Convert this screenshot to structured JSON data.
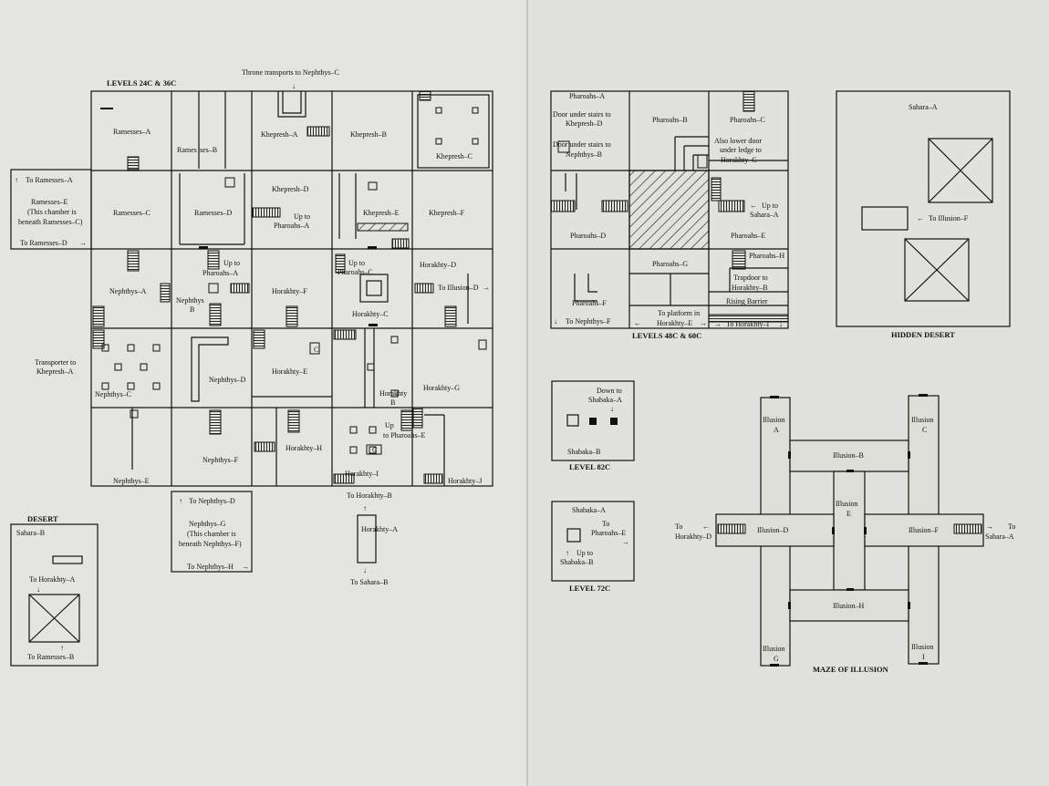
{
  "titles": {
    "main": "LEVELS 24C & 36C",
    "levels48": "LEVELS 48C & 60C",
    "hidden": "HIDDEN DESERT",
    "l82": "LEVEL 82C",
    "l72": "LEVEL 72C",
    "maze": "MAZE OF ILLUSION",
    "desert": "DESERT"
  },
  "notes": {
    "throne": "Throne transports to Nephthys–C",
    "toRamA": "To Ramesses–A",
    "ramE1": "Ramesses–E",
    "ramE2": "(This chamber is",
    "ramE3": "beneath Ramesses–C)",
    "toRamD": "To Ramesses–D",
    "trans1": "Transporter to",
    "trans2": "Khepresh–A",
    "toNephD": "To Nephthys–D",
    "nephG1": "Nephthys–G",
    "nephG2": "(This chamber is",
    "nephG3": "beneath Nephthys–F)",
    "toNephH": "To Nephthys–H",
    "toHorB": "To Horakhty–B",
    "horA": "Horakhty–A",
    "toSahB": "To Sahara–B",
    "sahB": "Sahara–B",
    "toHorA": "To Horakhty–A",
    "toRamB": "To Ramesses–B",
    "upPhA1": "Up to",
    "upPhA2": "Pharoahs–A",
    "upPhA3": "Up to",
    "upPhA4": "Pharoahs–A",
    "upPhC1": "Up to",
    "upPhC2": "Pharoahs–C",
    "upPhE1": "Up",
    "upPhE2": "to Pharoahs–E",
    "toIllD": "To Illusion–D",
    "door1": "Door under stairs to",
    "door2": "Khepresh–D",
    "door3": "Door under stairs to",
    "door4": "Nephthys–B",
    "lower1": "Also lower door",
    "lower2": "under ledge to",
    "lower3": "Horakhty–C",
    "upSah1": "Up to",
    "upSah2": "Sahara–A",
    "trap1": "Trapdoor to",
    "trap2": "Horakhty–B",
    "rising": "Rising Barrier",
    "toNephF": "To Nephthys–F",
    "plat1": "To platform in",
    "plat2": "Horakhty–E",
    "toHorI": "To Horakhty–I",
    "sahA": "Sahara–A",
    "toIllF": "To Illusion–F",
    "down1": "Down to",
    "down2": "Shabaka–A",
    "shabB": "Shabaka–B",
    "shabA": "Shabaka–A",
    "toPhE1": "To",
    "toPhE2": "Pharoahs–E",
    "upShB1": "Up to",
    "upShB2": "Shabaka–B",
    "mzToHorD1": "To",
    "mzToHorD2": "Horakhty–D",
    "mzToSahA1": "To",
    "mzToSahA2": "Sahara–A",
    "c": "C"
  },
  "rooms": {
    "ramA": "Ramesses–A",
    "ramB1": "Rames",
    "ramB2": "ses–B",
    "khepA": "Khepresh–A",
    "khepB": "Khepresh–B",
    "khepC": "Khepresh–C",
    "ramC": "Ramesses–C",
    "ramD": "Ramesses–D",
    "khepD": "Khepresh–D",
    "khepE": "Khepresh–E",
    "khepF": "Khepresh–F",
    "nephA": "Nephthys–A",
    "nephB1": "Nephthys",
    "nephB2": "B",
    "horF": "Horakhty–F",
    "horC": "Horakhty–C",
    "horD": "Horakhty–D",
    "nephC": "Nephthys–C",
    "nephD": "Nephthys–D",
    "horE": "Horakhty–E",
    "horB1": "Horakhty",
    "horB2": "B",
    "horG": "Horakhty–G",
    "nephE": "Nephthys–E",
    "nephF": "Nephthys–F",
    "horH": "Horakhty–H",
    "horI": "Horakhty–I",
    "horJ": "Horakhty–J",
    "phA": "Pharoahs–A",
    "phB": "Pharoahs–B",
    "phC": "Pharoahs–C",
    "phD": "Pharoahs–D",
    "phE": "Pharoahs–E",
    "phF": "Pharoahs–F",
    "phG": "Pharoahs–G",
    "phH": "Pharoahs–H",
    "illA1": "Illusion",
    "illA2": "A",
    "illC1": "Illusion",
    "illC2": "C",
    "illB": "Illusion–B",
    "illE1": "Illusion",
    "illE2": "E",
    "illD": "Illusion–D",
    "illF": "Illusion–F",
    "illH": "Illusion–H",
    "illG1": "Illusion",
    "illG2": "G",
    "illI1": "Illusion",
    "illI2": "I"
  },
  "arrows": {
    "down": "↓",
    "up": "↑",
    "left": "←",
    "right": "→"
  }
}
